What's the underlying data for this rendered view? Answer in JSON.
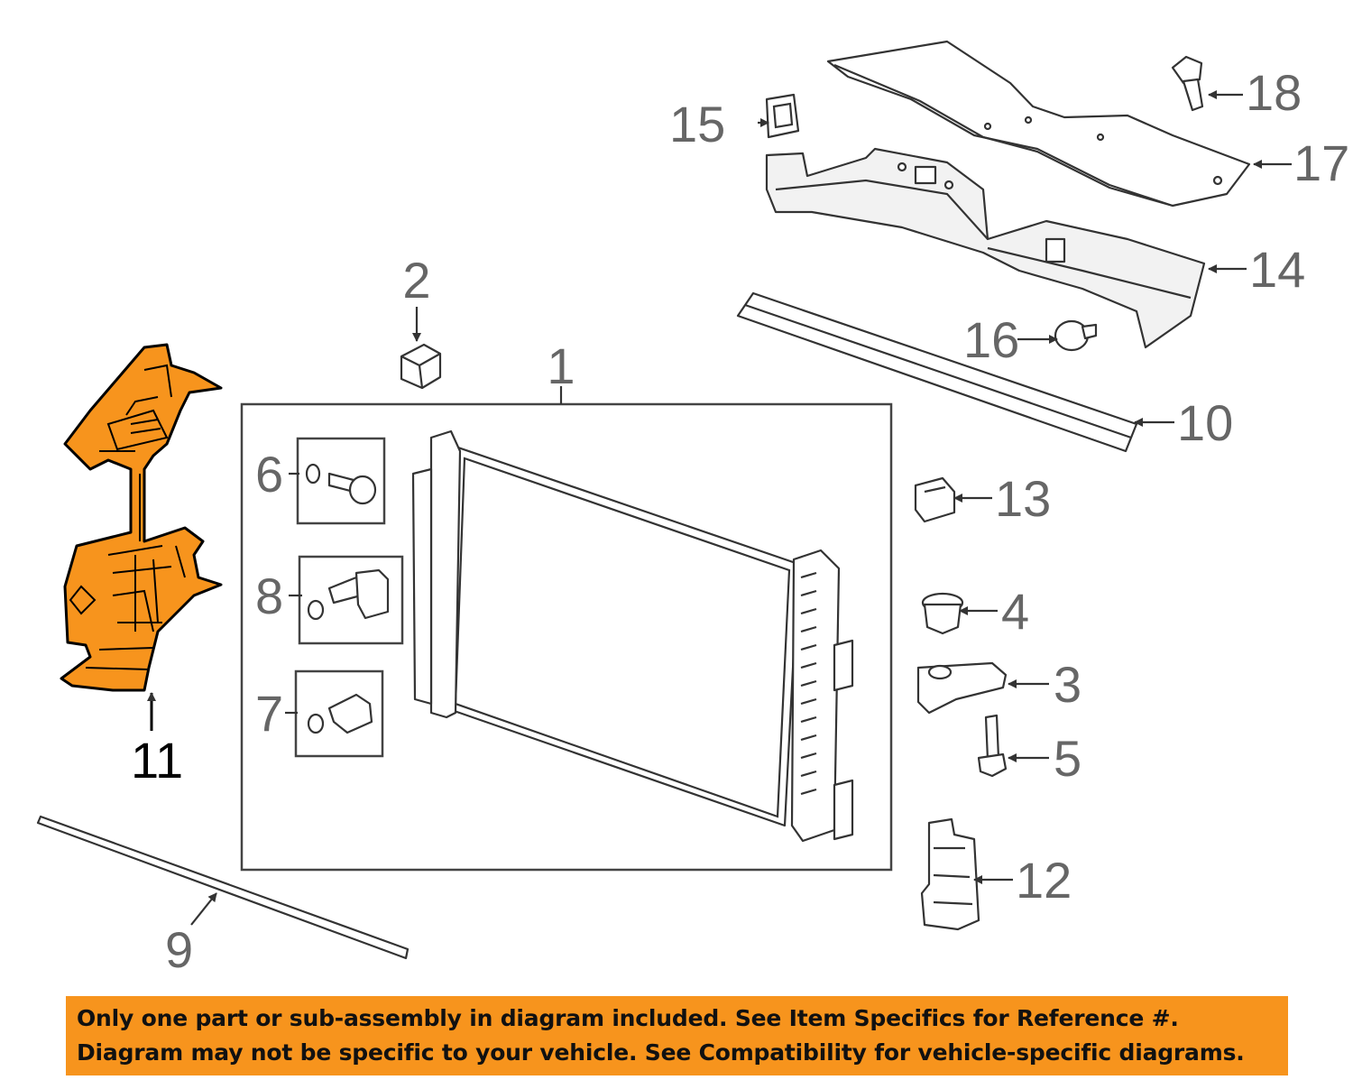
{
  "diagram": {
    "highlighted_part": "11",
    "callouts": {
      "c1": "1",
      "c2": "2",
      "c3": "3",
      "c4": "4",
      "c5": "5",
      "c6": "6",
      "c7": "7",
      "c8": "8",
      "c9": "9",
      "c10": "10",
      "c11": "11",
      "c12": "12",
      "c13": "13",
      "c14": "14",
      "c15": "15",
      "c16": "16",
      "c17": "17",
      "c18": "18"
    },
    "colors": {
      "highlight": "#f7941d",
      "lines": "#333333",
      "callout_text": "#666666"
    }
  },
  "disclaimer": {
    "line1": "Only one part or sub-assembly in diagram included. See Item Specifics for Reference #.",
    "line2": "Diagram may not be specific to your vehicle. See Compatibility for vehicle-specific diagrams."
  }
}
